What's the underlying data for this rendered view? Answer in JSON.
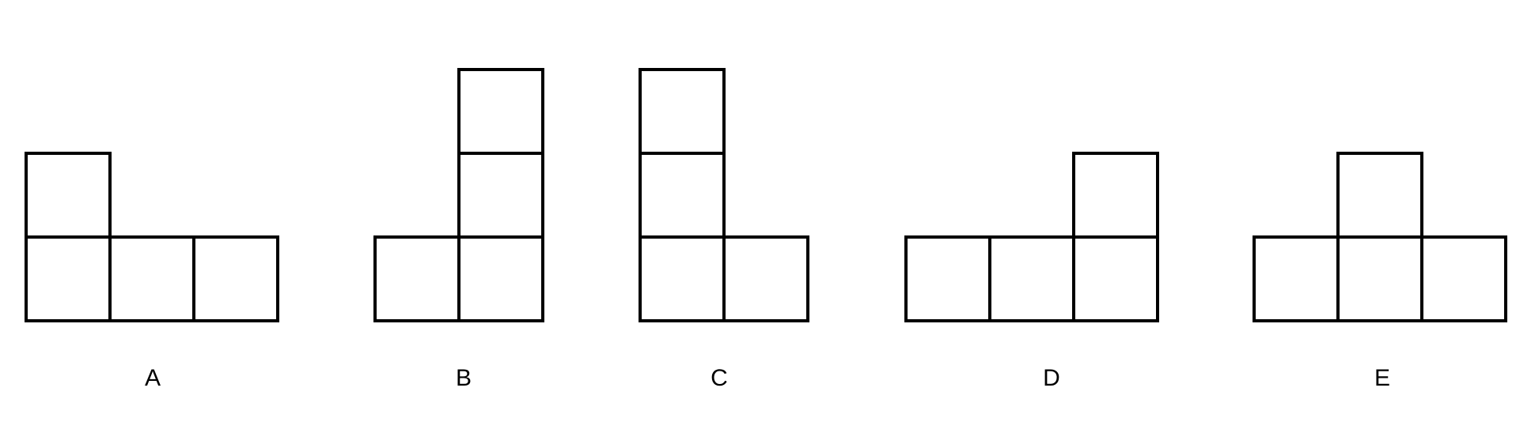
{
  "options": [
    {
      "label": "A",
      "cells": [
        [
          0,
          1
        ],
        [
          0,
          0
        ],
        [
          1,
          0
        ],
        [
          2,
          0
        ]
      ]
    },
    {
      "label": "B",
      "cells": [
        [
          0,
          0
        ],
        [
          1,
          0
        ],
        [
          1,
          1
        ],
        [
          1,
          2
        ]
      ]
    },
    {
      "label": "C",
      "cells": [
        [
          0,
          0
        ],
        [
          1,
          0
        ],
        [
          0,
          1
        ],
        [
          0,
          2
        ]
      ]
    },
    {
      "label": "D",
      "cells": [
        [
          0,
          0
        ],
        [
          1,
          0
        ],
        [
          2,
          0
        ],
        [
          2,
          1
        ]
      ]
    },
    {
      "label": "E",
      "cells": [
        [
          0,
          0
        ],
        [
          1,
          0
        ],
        [
          2,
          0
        ],
        [
          1,
          1
        ]
      ]
    }
  ],
  "colors": {
    "stroke": "#000000",
    "fill": "#ffffff",
    "background": "#ffffff"
  }
}
